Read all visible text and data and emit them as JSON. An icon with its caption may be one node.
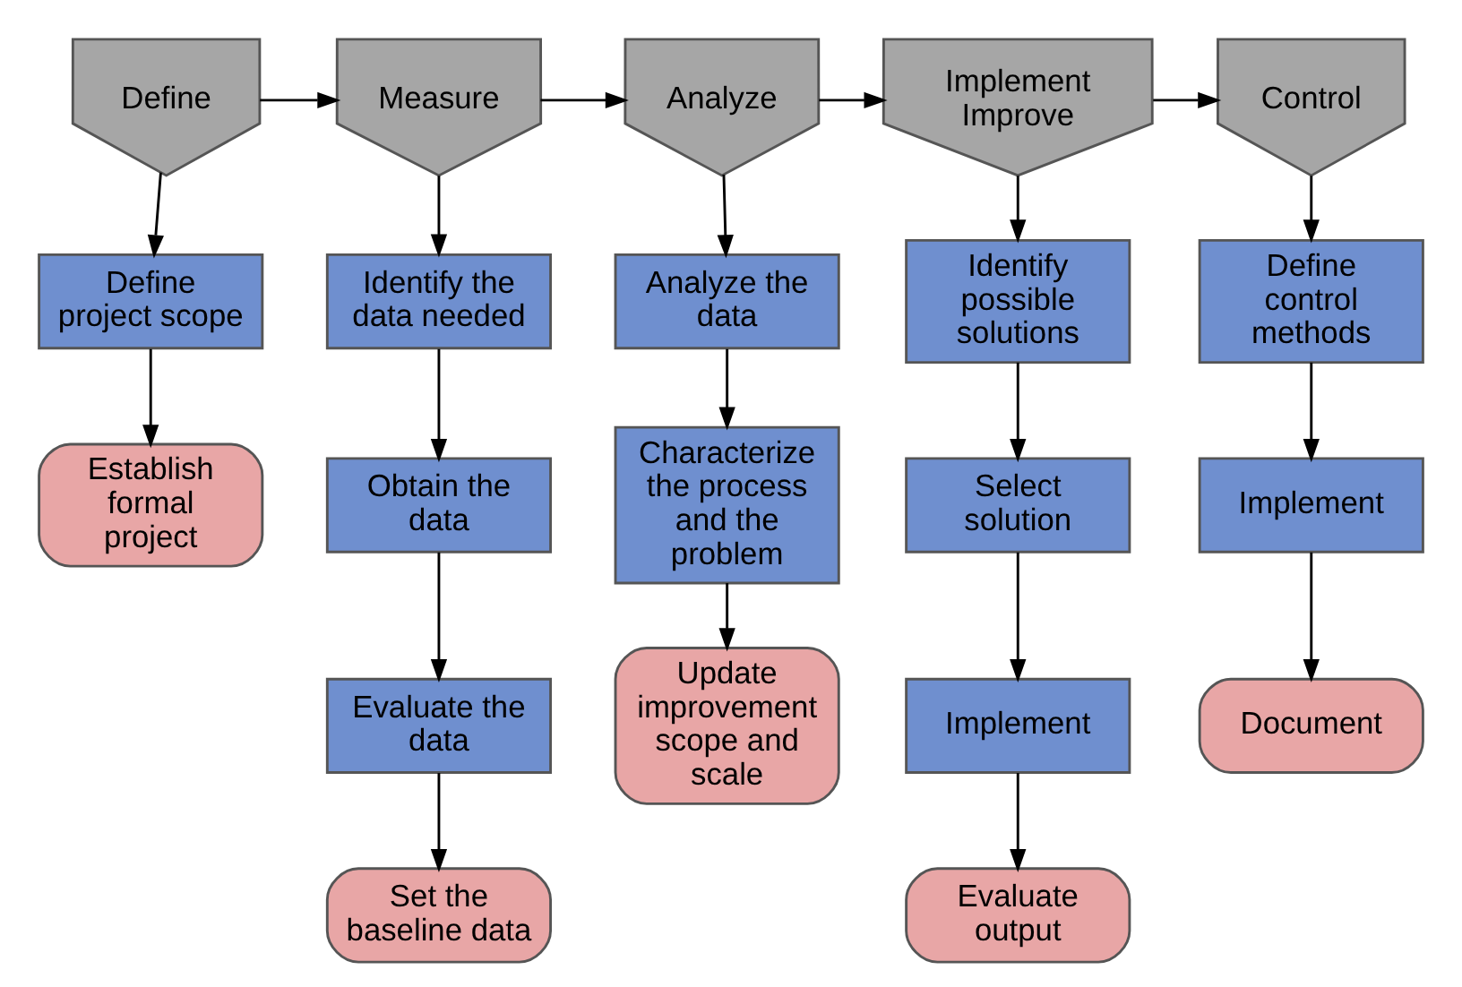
{
  "diagram": {
    "nodes": [
      {
        "text": [
          "Define"
        ]
      },
      {
        "text": [
          "Measure"
        ]
      },
      {
        "text": [
          "Analyze"
        ]
      },
      {
        "text": [
          "Implement Improve"
        ]
      },
      {
        "text": [
          "Control"
        ]
      },
      {
        "text": [
          "Define project scope"
        ]
      },
      {
        "text": [
          "Establish formal project"
        ]
      },
      {
        "text": [
          "Identify the data needed"
        ]
      },
      {
        "text": [
          "Obtain the data"
        ]
      },
      {
        "text": [
          "Evaluate the data"
        ]
      },
      {
        "text": [
          "Set the baseline data"
        ]
      },
      {
        "text": [
          "Analyze the data"
        ]
      },
      {
        "text": [
          "Characterize the process and the problem"
        ]
      },
      {
        "text": [
          "Update improvement scope and scale"
        ]
      },
      {
        "text": [
          "Identify possible solutions"
        ]
      },
      {
        "text": [
          "Select solution"
        ]
      },
      {
        "text": [
          "Implement"
        ]
      },
      {
        "text": [
          "Evaluate output"
        ]
      },
      {
        "text": [
          "Define control methods"
        ]
      },
      {
        "text": [
          "Implement"
        ]
      },
      {
        "text": [
          "Document"
        ]
      }
    ],
    "edges": [
      {
        "from": 0,
        "to": 1,
        "arrow": "to"
      },
      {
        "from": 1,
        "to": 2,
        "arrow": "to"
      },
      {
        "from": 2,
        "to": 3,
        "arrow": "to"
      },
      {
        "from": 3,
        "to": 4,
        "arrow": "to"
      },
      {
        "from": 0,
        "to": 5,
        "arrow": "to"
      },
      {
        "from": 5,
        "to": 6,
        "arrow": "to"
      },
      {
        "from": 1,
        "to": 7,
        "arrow": "to"
      },
      {
        "from": 7,
        "to": 8,
        "arrow": "to"
      },
      {
        "from": 8,
        "to": 9,
        "arrow": "to"
      },
      {
        "from": 9,
        "to": 10,
        "arrow": "to"
      },
      {
        "from": 2,
        "to": 11,
        "arrow": "to"
      },
      {
        "from": 11,
        "to": 12,
        "arrow": "to"
      },
      {
        "from": 12,
        "to": 13,
        "arrow": "to"
      },
      {
        "from": 3,
        "to": 14,
        "arrow": "to"
      },
      {
        "from": 14,
        "to": 15,
        "arrow": "to"
      },
      {
        "from": 15,
        "to": 16,
        "arrow": "to"
      },
      {
        "from": 16,
        "to": 17,
        "arrow": "to"
      },
      {
        "from": 4,
        "to": 18,
        "arrow": "to"
      },
      {
        "from": 18,
        "to": 19,
        "arrow": "to"
      },
      {
        "from": 19,
        "to": 20,
        "arrow": "to"
      }
    ]
  }
}
